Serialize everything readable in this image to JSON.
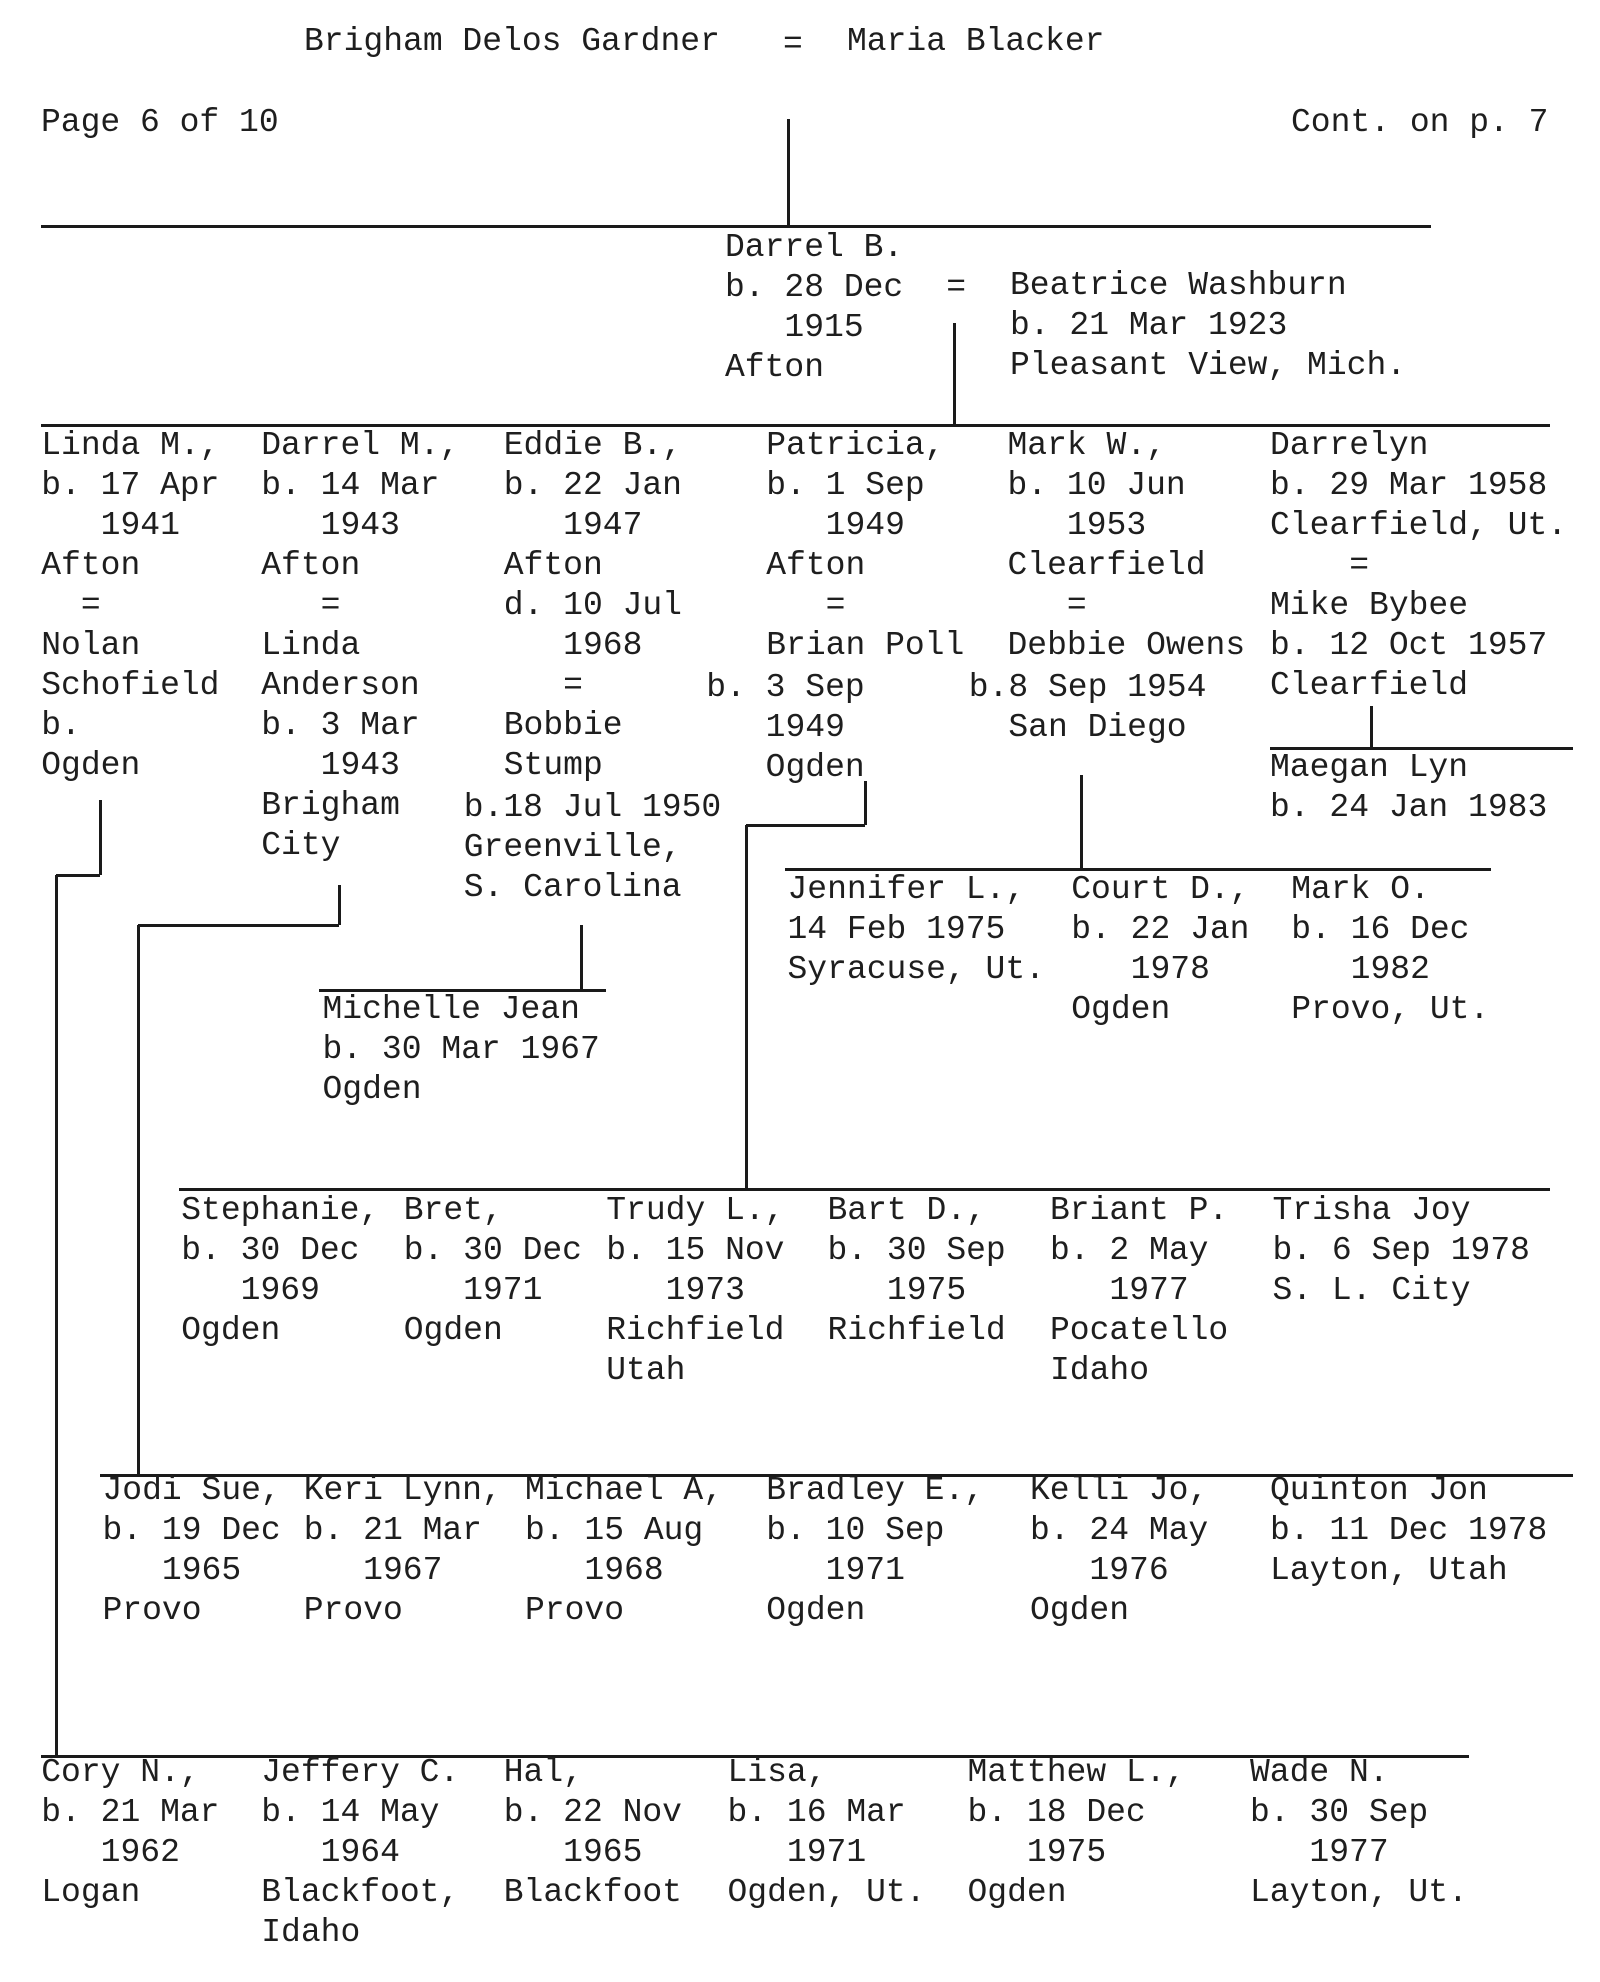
{
  "header": {
    "progenitor": "Brigham Delos Gardner",
    "marriage_sign": "=",
    "progenitor_spouse": "Maria Blacker",
    "page": "Page 6 of 10",
    "continued": "Cont. on p. 7"
  },
  "blocks": {
    "darrel_b": {
      "lines": [
        "Darrel B.",
        "b. 28 Dec",
        "   1915",
        "Afton"
      ]
    },
    "couple_sign": {
      "lines": [
        "="
      ]
    },
    "beatrice": {
      "lines": [
        "Beatrice Washburn",
        "b. 21 Mar 1923",
        "Pleasant View, Mich."
      ]
    },
    "linda": {
      "lines": [
        "Linda M.,",
        "b. 17 Apr",
        "   1941",
        "Afton",
        "  =",
        "Nolan",
        "Schofield",
        "b.",
        "Ogden"
      ]
    },
    "darrel_m": {
      "lines": [
        "Darrel M.,",
        "b. 14 Mar",
        "   1943",
        "Afton",
        "   =",
        "Linda",
        "Anderson",
        "b. 3 Mar",
        "   1943",
        "Brigham",
        "City"
      ]
    },
    "eddie": {
      "lines": [
        "Eddie B.,",
        "b. 22 Jan",
        "   1947",
        "Afton",
        "d. 10 Jul",
        "   1968",
        "   =",
        "Bobbie",
        "Stump"
      ]
    },
    "eddie_spouse_tail": {
      "lines": [
        "b.18 Jul 1950",
        "Greenville,",
        "S. Carolina"
      ]
    },
    "patricia": {
      "lines": [
        "Patricia,",
        "b. 1 Sep",
        "   1949",
        "Afton",
        "   =",
        "Brian Poll"
      ]
    },
    "patricia_spouse_tail": {
      "lines": [
        "b. 3 Sep",
        "   1949",
        "   Ogden"
      ]
    },
    "mark": {
      "lines": [
        "Mark W.,",
        "b. 10 Jun",
        "   1953",
        "Clearfield",
        "   =",
        "Debbie Owens"
      ]
    },
    "mark_spouse_tail": {
      "lines": [
        "b.8 Sep 1954",
        "  San Diego"
      ]
    },
    "darrelyn": {
      "lines": [
        "Darrelyn",
        "b. 29 Mar 1958",
        "Clearfield, Ut.",
        "    =",
        "Mike Bybee",
        "b. 12 Oct 1957",
        "Clearfield"
      ]
    },
    "maegan": {
      "lines": [
        "Maegan Lyn",
        "b. 24 Jan 1983"
      ]
    },
    "michelle": {
      "lines": [
        "Michelle Jean",
        "b. 30 Mar 1967",
        "Ogden"
      ]
    },
    "jennifer": {
      "lines": [
        "Jennifer L.,",
        "14 Feb 1975",
        "Syracuse, Ut."
      ]
    },
    "court": {
      "lines": [
        "Court D.,",
        "b. 22 Jan",
        "   1978",
        "Ogden"
      ]
    },
    "mark_o": {
      "lines": [
        "Mark O.",
        "b. 16 Dec",
        "   1982",
        "Provo, Ut."
      ]
    },
    "stephanie": {
      "lines": [
        "Stephanie,",
        "b. 30 Dec",
        "   1969",
        "Ogden"
      ]
    },
    "bret": {
      "lines": [
        "Bret,",
        "b. 30 Dec",
        "   1971",
        "Ogden"
      ]
    },
    "trudy": {
      "lines": [
        "Trudy L.,",
        "b. 15 Nov",
        "   1973",
        "Richfield",
        "Utah"
      ]
    },
    "bart": {
      "lines": [
        "Bart D.,",
        "b. 30 Sep",
        "   1975",
        "Richfield"
      ]
    },
    "briant": {
      "lines": [
        "Briant P.",
        "b. 2 May",
        "   1977",
        "Pocatello",
        "Idaho"
      ]
    },
    "trisha": {
      "lines": [
        "Trisha Joy",
        "b. 6 Sep 1978",
        "S. L. City"
      ]
    },
    "jodi": {
      "lines": [
        "Jodi Sue,",
        "b. 19 Dec",
        "   1965",
        "Provo"
      ]
    },
    "keri": {
      "lines": [
        "Keri Lynn,",
        "b. 21 Mar",
        "   1967",
        "Provo"
      ]
    },
    "michael": {
      "lines": [
        "Michael A,",
        "b. 15 Aug",
        "   1968",
        "Provo"
      ]
    },
    "bradley": {
      "lines": [
        "Bradley E.,",
        "b. 10 Sep",
        "   1971",
        "Ogden"
      ]
    },
    "kelli": {
      "lines": [
        "Kelli Jo,",
        "b. 24 May",
        "   1976",
        "Ogden"
      ]
    },
    "quinton": {
      "lines": [
        "Quinton Jon",
        "b. 11 Dec 1978",
        "Layton, Utah"
      ]
    },
    "cory": {
      "lines": [
        "Cory N.,",
        "b. 21 Mar",
        "   1962",
        "Logan"
      ]
    },
    "jeffery": {
      "lines": [
        "Jeffery C.",
        "b. 14 May",
        "   1964",
        "Blackfoot,",
        "Idaho"
      ]
    },
    "hal": {
      "lines": [
        "Hal,",
        "b. 22 Nov",
        "   1965",
        "Blackfoot"
      ]
    },
    "lisa": {
      "lines": [
        "Lisa,",
        "b. 16 Mar",
        "   1971",
        "Ogden, Ut."
      ]
    },
    "matthew": {
      "lines": [
        "Matthew L.,",
        "b. 18 Dec",
        "   1975",
        "Ogden"
      ]
    },
    "wade": {
      "lines": [
        "Wade N.",
        "b. 30 Sep",
        "   1977",
        "Layton, Ut."
      ]
    }
  }
}
